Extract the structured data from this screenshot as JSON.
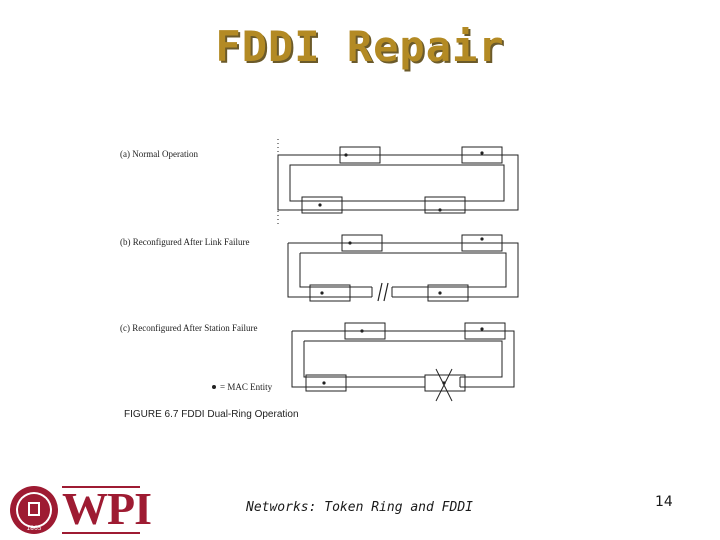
{
  "slide": {
    "title": "FDDI Repair",
    "footer": "Networks: Token Ring and FDDI",
    "page_number": "14",
    "logo_text": "WPI",
    "logo_seal_year": "1865"
  },
  "figure": {
    "panel_a_label": "(a) Normal Operation",
    "panel_b_label": "(b) Reconfigured After Link Failure",
    "panel_c_label": "(c) Reconfigured After Station Failure",
    "legend_label": "= MAC Entity",
    "caption": "FIGURE 6.7  FDDI Dual-Ring Operation"
  }
}
